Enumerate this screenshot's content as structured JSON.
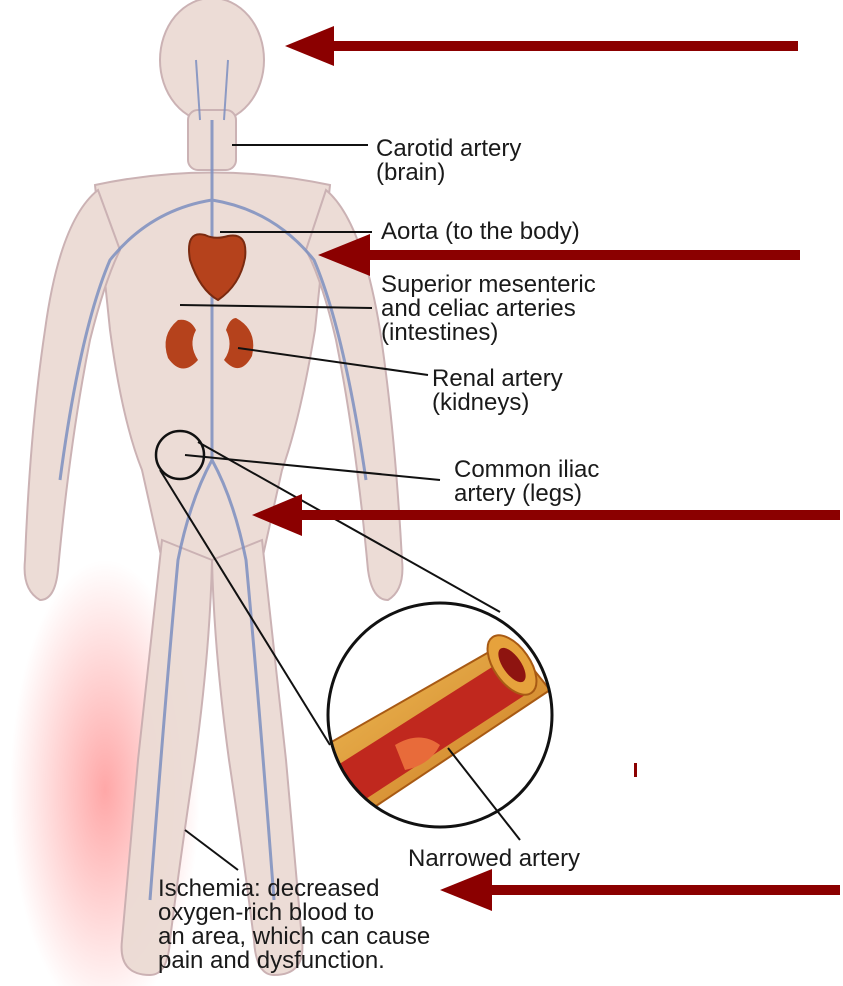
{
  "labels": {
    "carotid": "Carotid artery\n(brain)",
    "aorta": "Aorta (to the body)",
    "mesenteric": "Superior mesenteric\nand celiac arteries\n(intestines)",
    "renal": "Renal artery\n(kidneys)",
    "iliac": "Common iliac\nartery (legs)",
    "narrowed": "Narrowed artery",
    "ischemia": "Ischemia: decreased\noxygen-rich blood to\nan area, which can cause\npain and dysfunction."
  },
  "colors": {
    "arrow": "#8b0000",
    "body_fill": "#e8d6cf",
    "body_outline": "#c9aeb0",
    "vessel": "#7d8fc0",
    "organ": "#b5421c",
    "ischemia_glow": "#ff9a9a",
    "artery_wall": "#e6a23c",
    "artery_lumen": "#c0281e"
  },
  "icons": [
    "human-figure-icon",
    "heart-icon",
    "kidney-icon",
    "artery-cross-section-icon",
    "arrow-icon"
  ]
}
